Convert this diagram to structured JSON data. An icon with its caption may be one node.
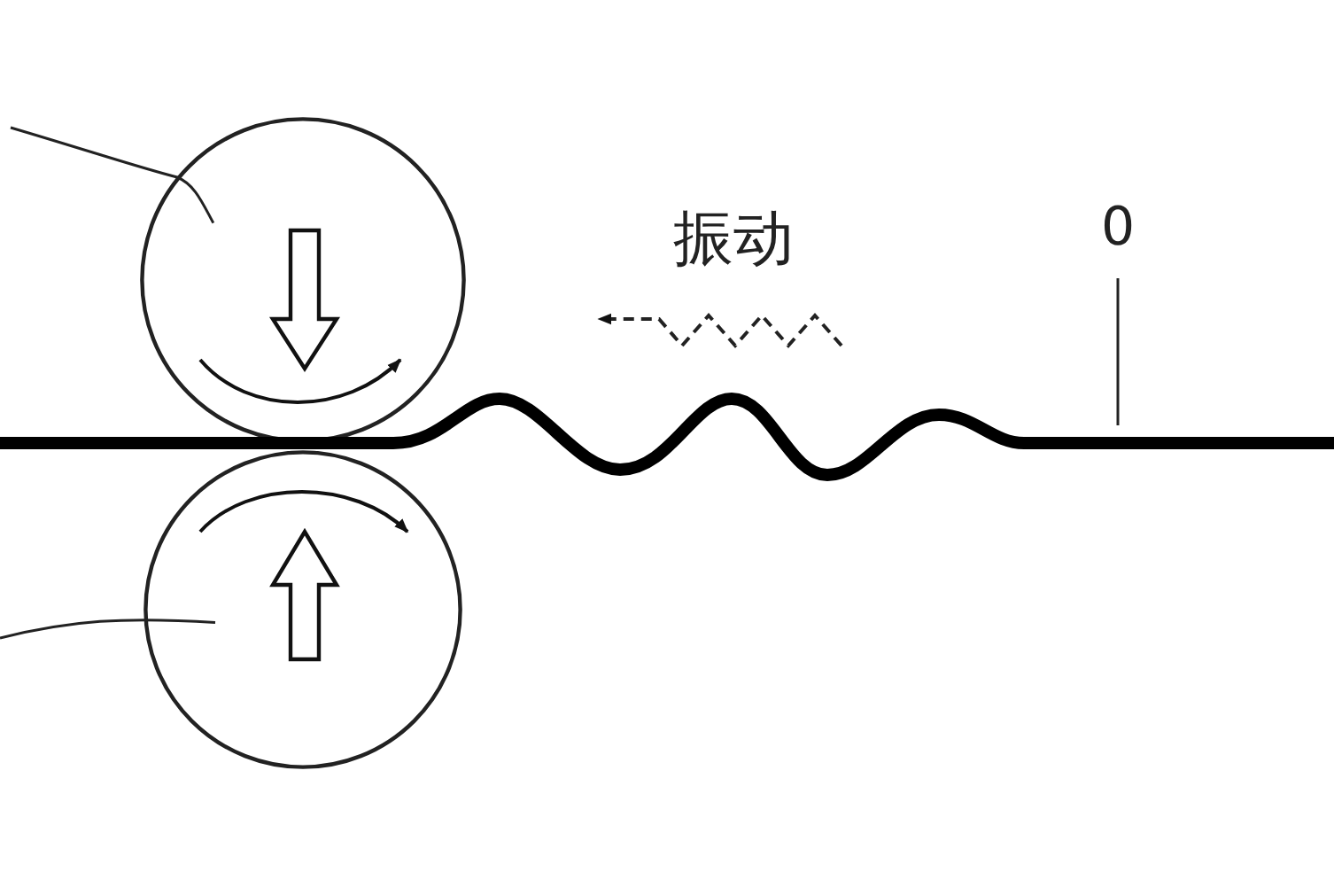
{
  "diagram": {
    "nodes": [
      {
        "text": [],
        "shape": "circle"
      },
      {
        "text": [],
        "shape": "circle"
      },
      {
        "text": [
          "0"
        ]
      },
      {
        "text": [],
        "shape": "strip"
      }
    ],
    "edges": [
      {
        "from": null,
        "to": 0,
        "arrow": "none"
      },
      {
        "from": null,
        "to": 1,
        "arrow": "none"
      },
      {
        "from": 2,
        "to": 3,
        "arrow": "none"
      }
    ],
    "labels": [
      "振动"
    ]
  }
}
